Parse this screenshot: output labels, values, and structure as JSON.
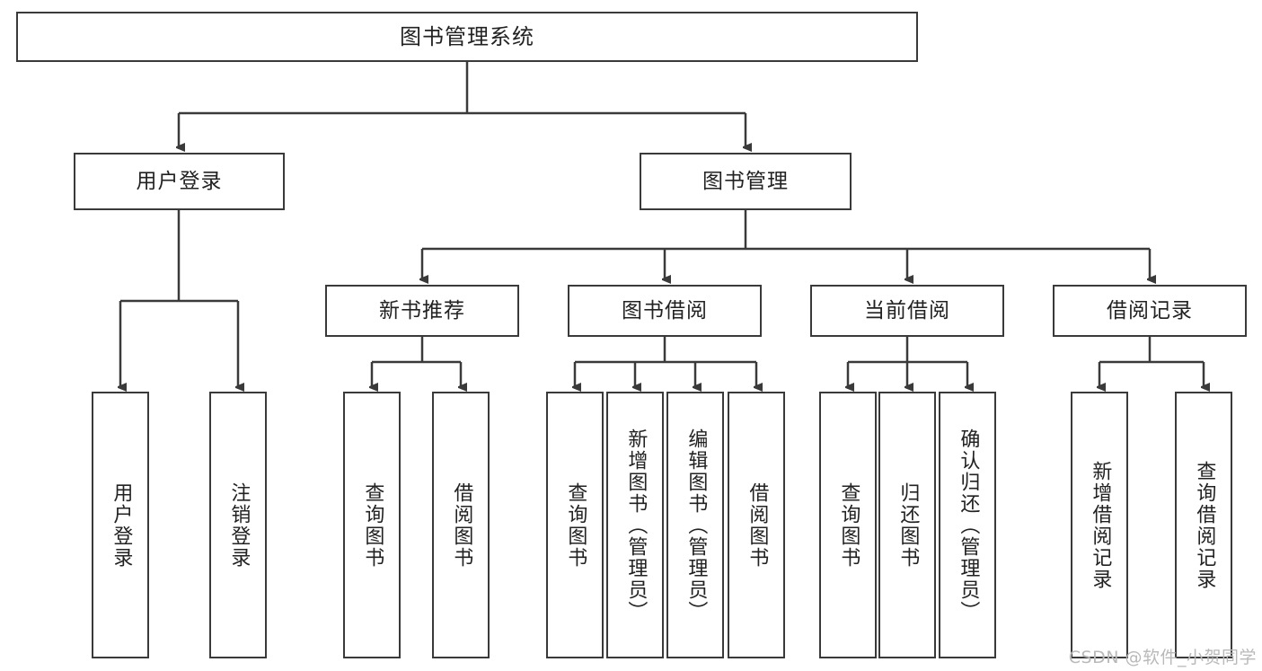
{
  "diagram": {
    "type": "tree-hierarchy-chart",
    "title": "图书管理系统",
    "line_color": "#3a3a3a",
    "box_fill": "#ffffff",
    "text_color": "#222222",
    "watermark": "CSDN @软件_小贺同学",
    "nodes": {
      "root": {
        "label": "图书管理系统"
      },
      "level2": [
        {
          "id": "user-login",
          "label": "用户登录"
        },
        {
          "id": "book-manage",
          "label": "图书管理"
        }
      ],
      "level3": [
        {
          "id": "new-book-recommend",
          "label": "新书推荐"
        },
        {
          "id": "book-borrow",
          "label": "图书借阅"
        },
        {
          "id": "current-borrow",
          "label": "当前借阅"
        },
        {
          "id": "borrow-record",
          "label": "借阅记录"
        }
      ],
      "leaves": {
        "user_login": [
          {
            "id": "leaf-user-login",
            "label": "用户登录"
          },
          {
            "id": "leaf-logout-login",
            "label": "注销登录"
          }
        ],
        "new_book_recommend": [
          {
            "id": "leaf-query-book-1",
            "label": "查询图书"
          },
          {
            "id": "leaf-borrow-book-1",
            "label": "借阅图书"
          }
        ],
        "book_borrow": [
          {
            "id": "leaf-query-book-2",
            "label": "查询图书"
          },
          {
            "id": "leaf-add-book",
            "label": "新增图书（管理员）"
          },
          {
            "id": "leaf-edit-book",
            "label": "编辑图书（管理员）"
          },
          {
            "id": "leaf-borrow-book-2",
            "label": "借阅图书"
          }
        ],
        "current_borrow": [
          {
            "id": "leaf-query-book-3",
            "label": "查询图书"
          },
          {
            "id": "leaf-return-book",
            "label": "归还图书"
          },
          {
            "id": "leaf-confirm-return",
            "label": "确认归还（管理员）"
          }
        ],
        "borrow_record": [
          {
            "id": "leaf-add-record",
            "label": "新增借阅记录"
          },
          {
            "id": "leaf-query-record",
            "label": "查询借阅记录"
          }
        ]
      }
    }
  }
}
